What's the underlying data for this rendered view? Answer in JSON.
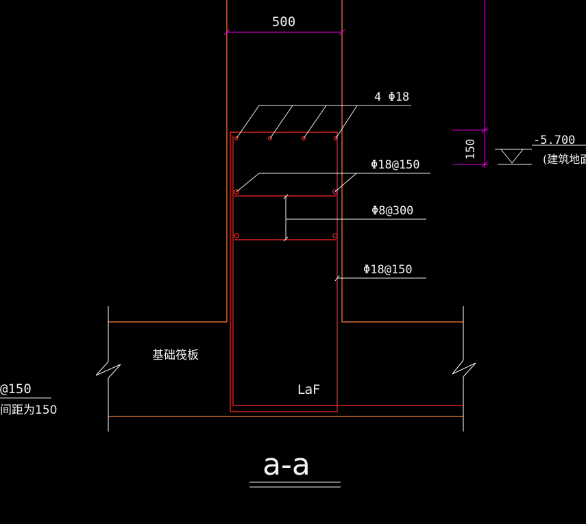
{
  "drawing": {
    "dimension_width": "500",
    "dimension_height": "150",
    "rebar_top": "4 Φ18",
    "rebar_side_upper": "Φ18@150",
    "rebar_tie": "Φ8@300",
    "rebar_side_lower": "Φ18@150",
    "elevation_value": "-5.700",
    "elevation_note": "(建筑地面",
    "raft_label": "基础筏板",
    "anchorage_label": "LaF",
    "left_label_1": "@150",
    "left_label_2": "间距为150",
    "section_title": "a-a"
  },
  "colors": {
    "background": "#000000",
    "concrete_outline": "#ff7f3f",
    "rebar": "#ff2a2a",
    "leader_text": "#f2f2f2",
    "dimension": "#e000e0"
  }
}
